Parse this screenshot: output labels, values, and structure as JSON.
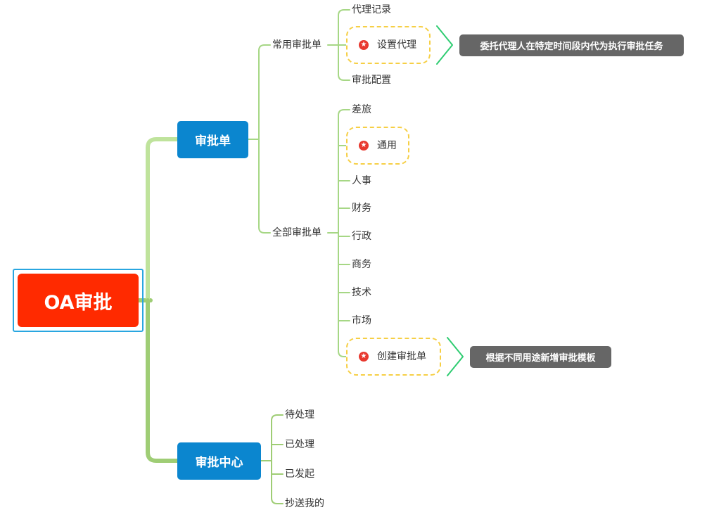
{
  "root": {
    "label": "OA审批"
  },
  "branch_approval_forms": {
    "label": "审批单",
    "common": {
      "label": "常用审批单",
      "items": [
        "代理记录",
        "设置代理",
        "审批配置"
      ],
      "note": "委托代理人在特定时间段内代为执行审批任务"
    },
    "all": {
      "label": "全部审批单",
      "items": [
        "差旅",
        "通用",
        "人事",
        "财务",
        "行政",
        "商务",
        "技术",
        "市场",
        "创建审批单"
      ],
      "note": "根据不同用途新增审批模板"
    }
  },
  "branch_approval_center": {
    "label": "审批中心",
    "items": [
      "待处理",
      "已处理",
      "已发起",
      "抄送我的"
    ]
  },
  "colors": {
    "root_fill": "#ff2a00",
    "root_frame": "#29a6e0",
    "main_node": "#0b86cf",
    "branch_line": "#a6d785",
    "highlight_border": "#f6cf45",
    "star_marker": "#e8392f",
    "callout_fill": "#666666",
    "callout_bracket": "#2ecc71"
  },
  "icons": {
    "highlight_marker": "star-icon"
  }
}
